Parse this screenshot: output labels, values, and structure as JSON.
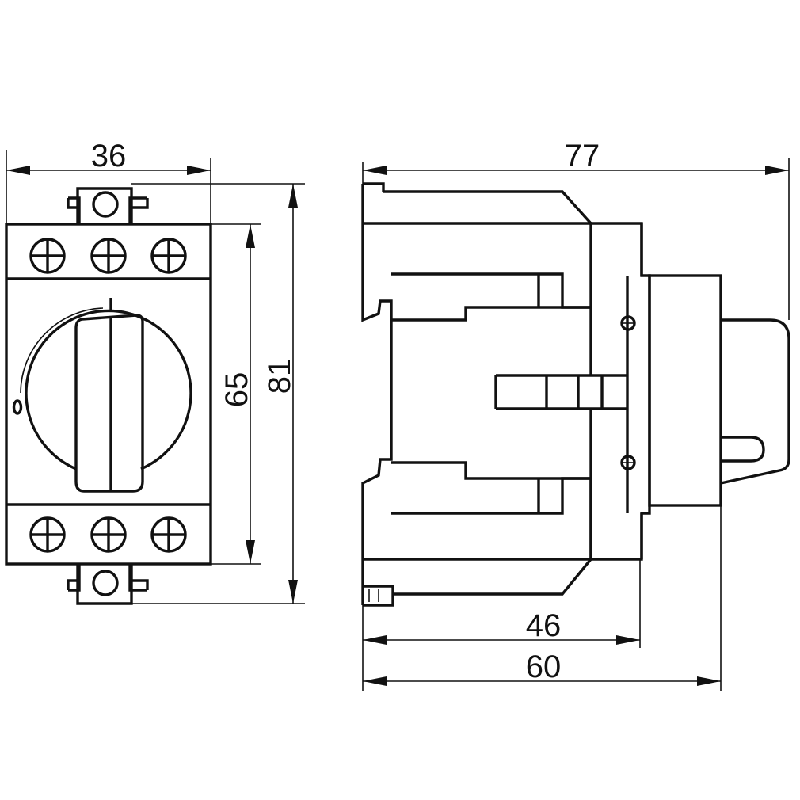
{
  "front_view": {
    "width_label": "36",
    "height_inner_label": "65",
    "height_outer_label": "81",
    "switch_mark_on": "I",
    "switch_mark_off": "O"
  },
  "side_view": {
    "depth_total_label": "77",
    "depth_body_label": "60",
    "depth_mount_label": "46"
  },
  "colors": {
    "line": "#111111",
    "background": "#ffffff"
  }
}
